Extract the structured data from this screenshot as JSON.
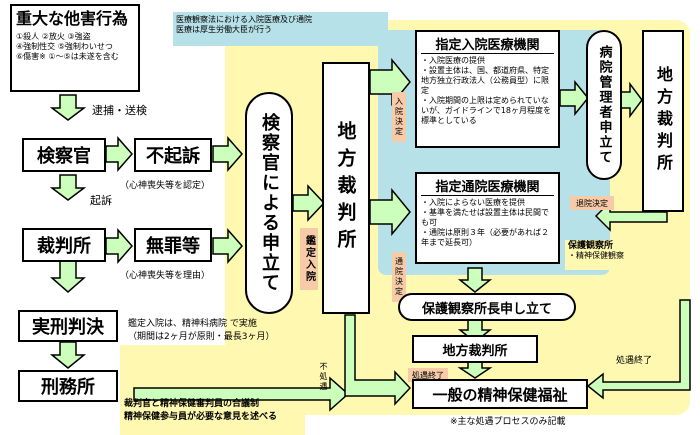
{
  "crime_box": {
    "title": "重大な他害行為",
    "items": [
      "①殺人 ②放火 ③強盗",
      "④強制性交 ⑤強制わいせつ",
      "⑥傷害※ ①～⑤は未遂を含む"
    ]
  },
  "arrest_label": "逮捕・送検",
  "prosecutor": "検察官",
  "non_prosecution": "不起訴",
  "non_prosecution_note": "（心神喪失等を認定）",
  "indictment_label": "起訴",
  "court": "裁判所",
  "acquittal": "無罪等",
  "acquittal_note": "（心神喪失等を理由）",
  "prison_sentence": "実刑判決",
  "prison": "刑務所",
  "prosecutor_petition": "検察官による申立て",
  "district_court_center": "地方裁判所",
  "appraisal_admission": "鑑定入院",
  "appraisal_note": [
    "鑑定入院は、精神科病院 で実施",
    "（期間は2ヶ月が原則・最長3ヶ月）"
  ],
  "panel_note": [
    "裁判官と精神保健審判員の合議制",
    "精神保健参与員が必要な意見を述べる"
  ],
  "unfit_label": "不処遇",
  "top_note": [
    "医療観察法における入院医療及び通院",
    "医療は厚生労働大臣が行う"
  ],
  "inpatient": {
    "title": "指定入院医療機関",
    "items": [
      "・入院医療の提供",
      "・設置主体は、国、都道府県、特定地方独立行政法人（公務員型）に限定",
      "・入院期間の上限は定められていないが、ガイドラインで18ヶ月程度を標準としている"
    ]
  },
  "inpatient_decision": "入院決定",
  "hospital_manager": "病院管理者申立て",
  "district_court_right": "地方裁判所",
  "discharge_decision": "退院決定",
  "outpatient": {
    "title": "指定通院医療機関",
    "items": [
      "・入院によらない医療を提供",
      "・基準を満たせば設置主体は民間でも可",
      "・通院は原則３年（必要があれば２年まで延長可）"
    ]
  },
  "outpatient_decision": "通院決定",
  "probation_office": {
    "title": "保護観察所",
    "item": "・精神保健観察"
  },
  "probation_petition": "保護観察所長申し立て",
  "district_court_bottom": "地方裁判所",
  "treatment_end_1": "処遇終了",
  "treatment_end_2": "処遇終了",
  "general_welfare": "一般の精神保健福祉",
  "footnote": "※主な処遇プロセスのみ記載",
  "colors": {
    "arrow_fill": "#ccffbb",
    "yellow_bg": "#fff8b0",
    "teal_bg": "#b7e1e8",
    "tag_bg": "#f7cba8"
  }
}
